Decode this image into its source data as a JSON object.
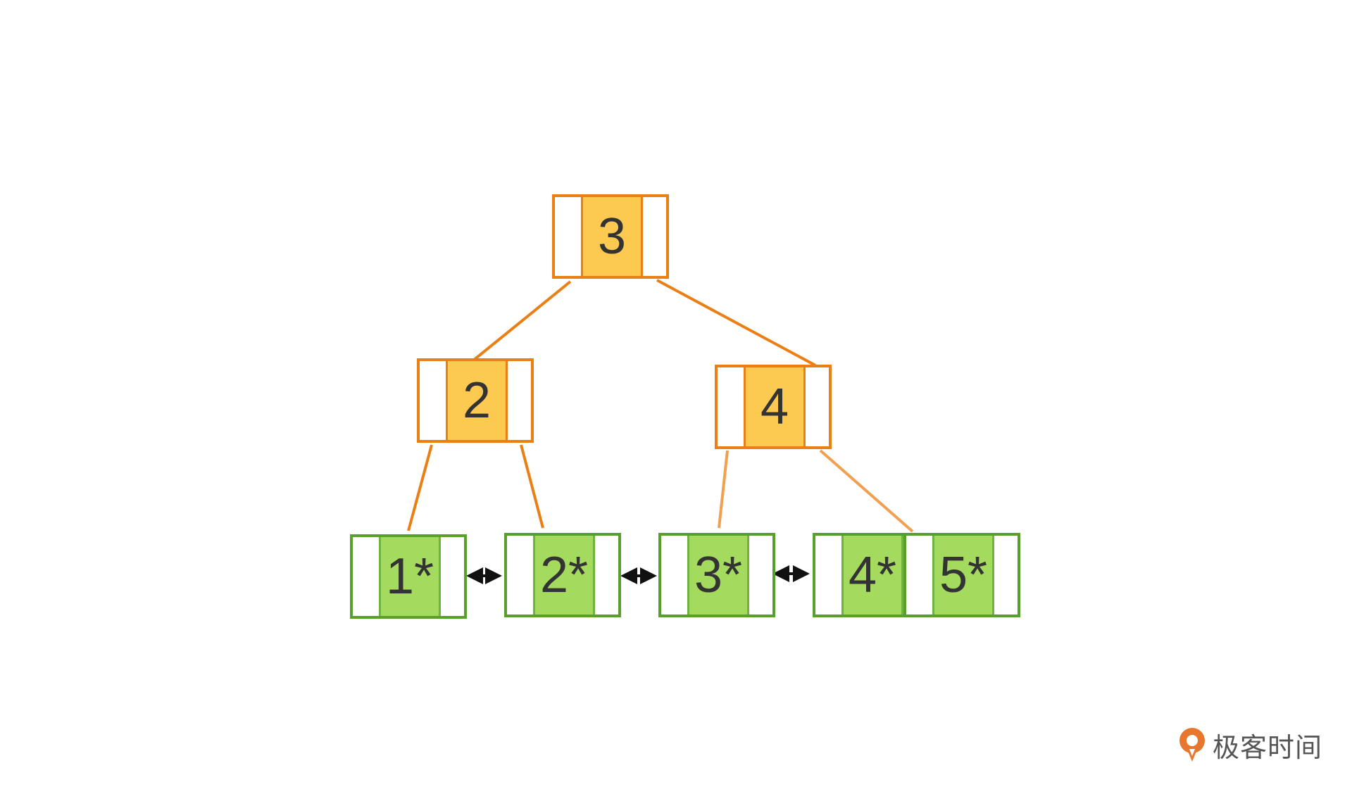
{
  "diagram": {
    "internal_nodes": [
      {
        "id": "root",
        "key": "3"
      },
      {
        "id": "n2",
        "key": "2"
      },
      {
        "id": "n4",
        "key": "4"
      }
    ],
    "leaf_nodes": [
      {
        "id": "l1",
        "key": "1*"
      },
      {
        "id": "l2",
        "key": "2*"
      },
      {
        "id": "l3",
        "key": "3*"
      },
      {
        "id": "l4",
        "key": "4*"
      },
      {
        "id": "l5",
        "key": "5*"
      }
    ],
    "edges": [
      {
        "from": "root",
        "to": "n2"
      },
      {
        "from": "root",
        "to": "n4"
      },
      {
        "from": "n2",
        "to": "l1"
      },
      {
        "from": "n2",
        "to": "l2"
      },
      {
        "from": "n4",
        "to": "l3"
      },
      {
        "from": "n4",
        "to": "l5"
      }
    ],
    "leaf_links": [
      {
        "from": "l1",
        "to": "l2"
      },
      {
        "from": "l2",
        "to": "l3"
      },
      {
        "from": "l3",
        "to": "l4"
      }
    ],
    "colors": {
      "internal_border": "#ea7f16",
      "internal_fill": "#fcca50",
      "leaf_border": "#59a02a",
      "leaf_fill": "#a4da5d",
      "edge": "#ea7f16",
      "edge_light": "#f0a050",
      "link_arrow": "#111111"
    }
  },
  "logo": {
    "text": "极客时间",
    "icon": "geektime-logo-icon",
    "color": "#e8772e"
  }
}
